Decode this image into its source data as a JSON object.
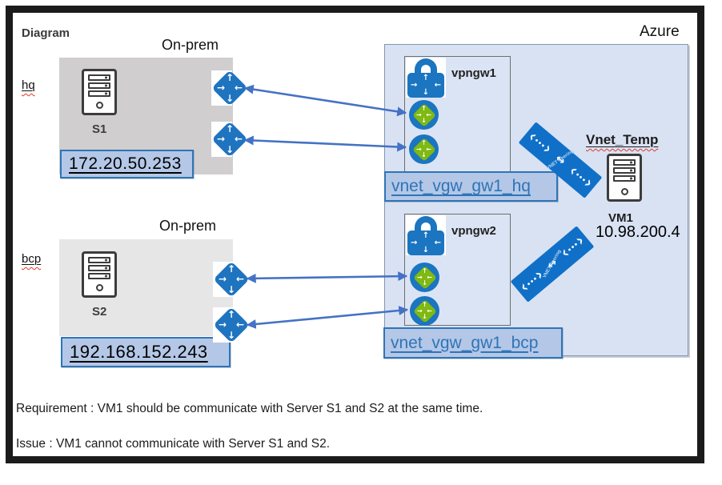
{
  "page": {
    "diagram_label": "Diagram",
    "requirement_text": "Requirement : VM1 should be communicate with Server S1 and S2 at the same time.",
    "issue_text": "Issue : VM1 cannot communicate with Server S1 and S2."
  },
  "onprem_hq": {
    "title": "On-prem",
    "zone": "hq",
    "server_name": "S1",
    "server_ip": "172.20.50.253"
  },
  "onprem_bcp": {
    "title": "On-prem",
    "zone": "bcp",
    "server_name": "S2",
    "server_ip": "192.168.152.243"
  },
  "azure": {
    "region_label": "Azure",
    "gw1": {
      "name": "vpngw1",
      "tag": "vnet_vgw_gw1_hq"
    },
    "gw2": {
      "name": "vpngw2",
      "tag": "vnet_vgw_gw1_bcp"
    },
    "peering_label": "VNET Peering",
    "vnet_temp": {
      "name": "Vnet_Temp",
      "vm_name": "VM1",
      "vm_ip": "10.98.200.4"
    }
  },
  "icons": {
    "arrow_up": "↑",
    "arrow_down": "↓",
    "arrow_in_left": "→",
    "arrow_in_right": "←",
    "chevron_open": "‹",
    "chevron_close": "›",
    "dots": "•••",
    "double_arrow": "↔"
  },
  "colors": {
    "azure_fill": "#d9e2f3",
    "azure_border": "#8496b0",
    "tag_fill": "#b4c7e7",
    "tag_border": "#2e75b6",
    "link_blue": "#2e75b6",
    "icon_blue": "#1b75c0",
    "icon_green": "#7fb912",
    "arrow_blue": "#4472c4",
    "gray_hq": "#d0cece",
    "gray_bcp": "#e7e6e6"
  }
}
